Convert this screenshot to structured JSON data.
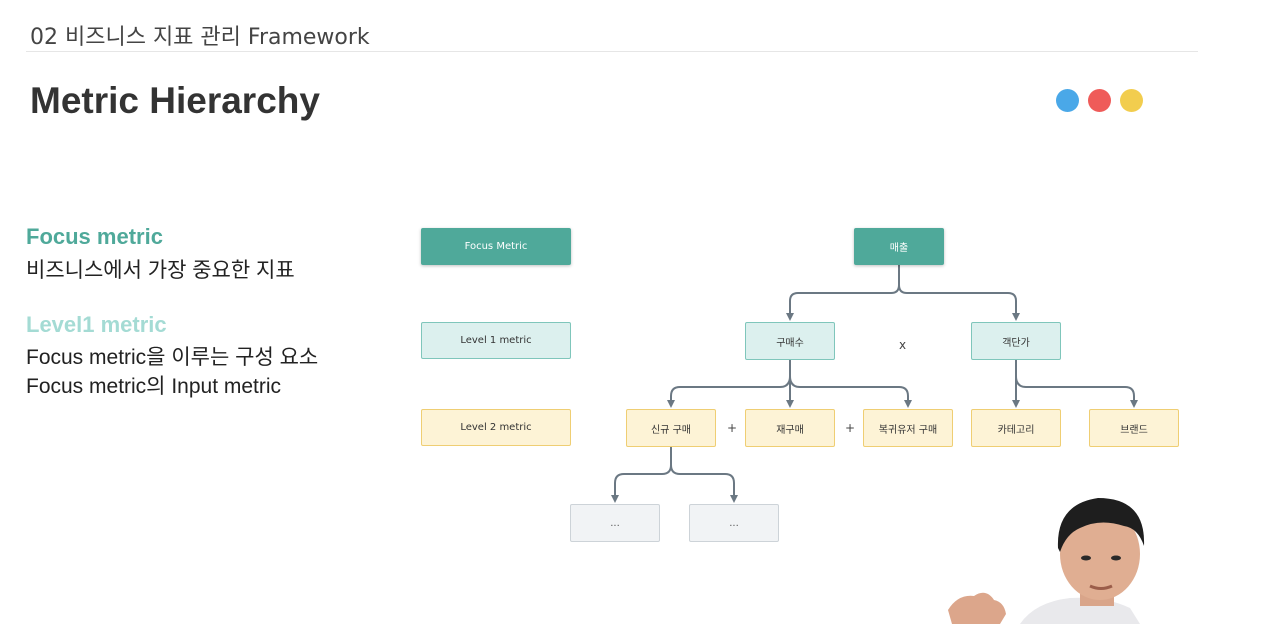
{
  "header": {
    "section_title": "02 비즈니스 지표 관리 Framework",
    "page_title": "Metric Hierarchy"
  },
  "decor_dots": [
    "#4aa8e8",
    "#ef5b59",
    "#f2cd4e"
  ],
  "legend": {
    "focus_title": "Focus metric",
    "focus_desc": "비즈니스에서 가장 중요한 지표",
    "level1_title": "Level1 metric",
    "level1_desc_1": "Focus metric을 이루는 구성 요소",
    "level1_desc_2": "Focus metric의 Input metric",
    "colors": {
      "focus": "#4fa99a",
      "level1": "#a4dbd4"
    }
  },
  "diagram": {
    "key": {
      "focus": "Focus Metric",
      "level1": "Level 1 metric",
      "level2": "Level 2 metric"
    },
    "nodes": {
      "revenue": "매출",
      "purchase_count": "구매수",
      "avg_order_value": "객단가",
      "new_purchase": "신규 구매",
      "repurchase": "재구매",
      "returning_user_purchase": "복귀유저 구매",
      "category": "카테고리",
      "brand": "브랜드",
      "child_1": "...",
      "child_2": "..."
    },
    "operators": {
      "multiply": "x",
      "plus_1": "+",
      "plus_2": "+"
    }
  }
}
